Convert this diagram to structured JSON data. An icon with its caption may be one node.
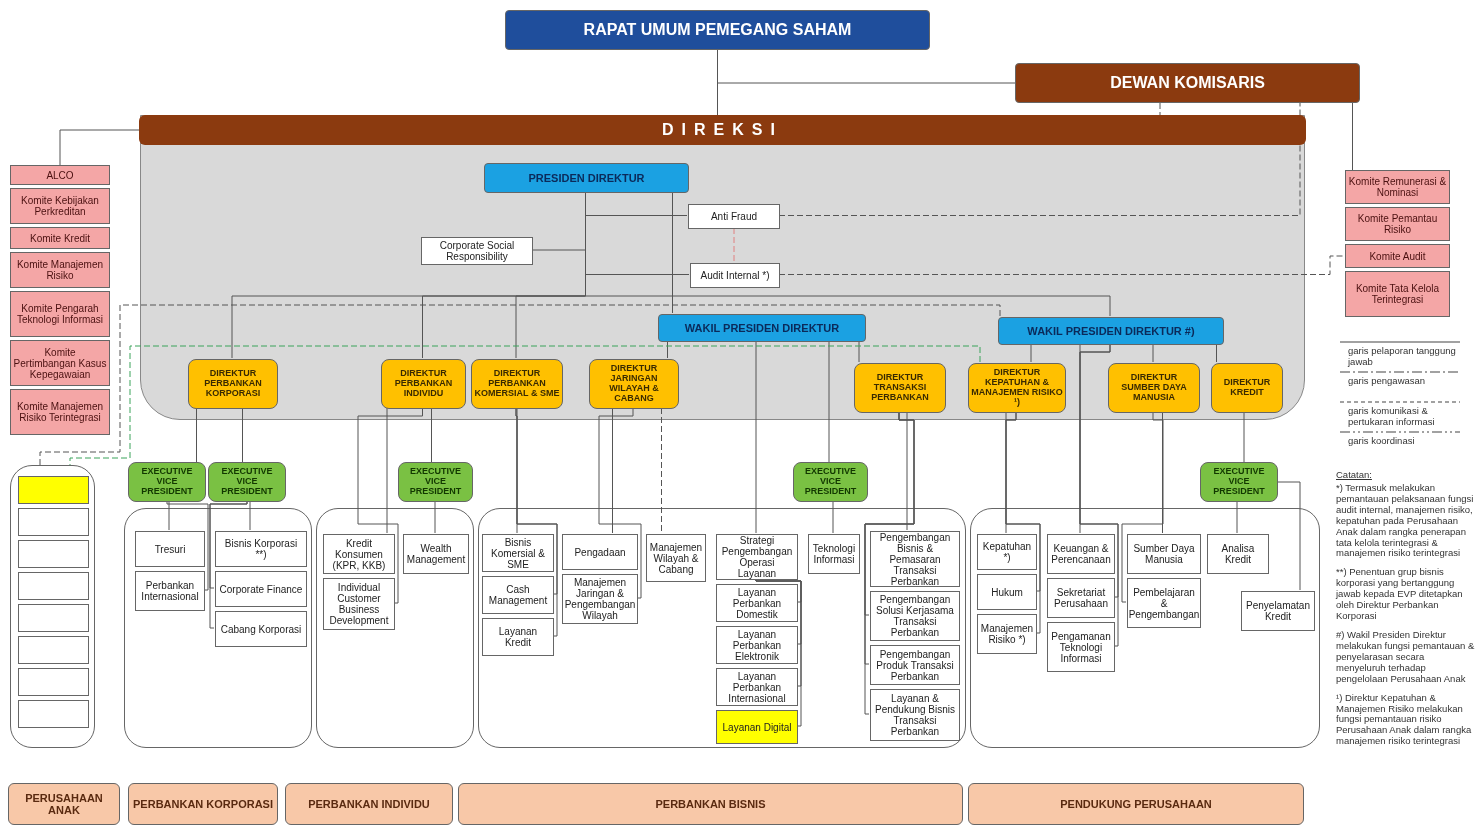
{
  "diagram": {
    "nodes": [
      {
        "text": [
          "RAPAT UMUM PEMEGANG SAHAM"
        ]
      },
      {
        "text": [
          "DEWAN KOMISARIS"
        ]
      },
      {
        "text": [
          "DIREKSI"
        ]
      },
      {
        "text": [
          "PRESIDEN DIREKTUR"
        ],
        "in": 2
      },
      {
        "text": [
          "Anti Fraud"
        ],
        "in": 2
      },
      {
        "text": [
          "Corporate Social Responsibility"
        ],
        "in": 2
      },
      {
        "text": [
          "Audit Internal *)"
        ],
        "in": 2
      },
      {
        "text": [
          "WAKIL PRESIDEN DIREKTUR"
        ],
        "in": 2
      },
      {
        "text": [
          "WAKIL PRESIDEN DIREKTUR #)"
        ],
        "in": 2
      },
      {
        "text": [
          "DIREKTUR PERBANKAN KORPORASI"
        ],
        "in": 2
      },
      {
        "text": [
          "DIREKTUR PERBANKAN INDIVIDU"
        ],
        "in": 2
      },
      {
        "text": [
          "DIREKTUR PERBANKAN KOMERSIAL & SME"
        ],
        "in": 2
      },
      {
        "text": [
          "DIREKTUR JARINGAN WILAYAH & CABANG"
        ],
        "in": 2
      },
      {
        "text": [
          "DIREKTUR TRANSAKSI PERBANKAN"
        ],
        "in": 2
      },
      {
        "text": [
          "DIREKTUR KEPATUHAN & MANAJEMEN RISIKO ¹)"
        ],
        "in": 2
      },
      {
        "text": [
          "DIREKTUR SUMBER DAYA MANUSIA"
        ],
        "in": 2
      },
      {
        "text": [
          "DIREKTUR KREDIT"
        ],
        "in": 2
      },
      {
        "text": [
          "ALCO"
        ]
      },
      {
        "text": [
          "Komite Kebijakan Perkreditan"
        ]
      },
      {
        "text": [
          "Komite Kredit"
        ]
      },
      {
        "text": [
          "Komite Manajemen Risiko"
        ]
      },
      {
        "text": [
          "Komite Pengarah Teknologi Informasi"
        ]
      },
      {
        "text": [
          "Komite Pertimbangan Kasus Kepegawaian"
        ]
      },
      {
        "text": [
          "Komite Manajemen Risiko Terintegrasi"
        ]
      },
      {
        "text": [
          "Komite Remunerasi & Nominasi"
        ]
      },
      {
        "text": [
          "Komite Pemantau Risiko"
        ]
      },
      {
        "text": [
          "Komite Audit"
        ]
      },
      {
        "text": [
          "Komite Tata Kelola Terintegrasi"
        ]
      },
      {
        "text": [],
        "shape": "box"
      },
      {
        "text": [],
        "shape": "box",
        "in": 28
      },
      {
        "text": [],
        "shape": "box",
        "in": 28
      },
      {
        "text": [],
        "shape": "box",
        "in": 28
      },
      {
        "text": [],
        "shape": "box",
        "in": 28
      },
      {
        "text": [],
        "shape": "box",
        "in": 28
      },
      {
        "text": [],
        "shape": "box",
        "in": 28
      },
      {
        "text": [],
        "shape": "box",
        "in": 28
      },
      {
        "text": [],
        "shape": "box",
        "in": 28
      },
      {
        "text": [],
        "shape": "box"
      },
      {
        "text": [
          "EXECUTIVE VICE PRESIDENT"
        ]
      },
      {
        "text": [
          "EXECUTIVE VICE PRESIDENT"
        ]
      },
      {
        "text": [
          "Tresuri"
        ],
        "in": 37
      },
      {
        "text": [
          "Perbankan Internasional"
        ],
        "in": 37
      },
      {
        "text": [
          "Bisnis Korporasi **)"
        ],
        "in": 37
      },
      {
        "text": [
          "Corporate Finance"
        ],
        "in": 37
      },
      {
        "text": [
          "Cabang Korporasi"
        ],
        "in": 37
      },
      {
        "text": [],
        "shape": "box"
      },
      {
        "text": [
          "EXECUTIVE VICE PRESIDENT"
        ]
      },
      {
        "text": [
          "Kredit Konsumen (KPR, KKB)"
        ],
        "in": 45
      },
      {
        "text": [
          "Wealth Management"
        ],
        "in": 45
      },
      {
        "text": [
          "Individual Customer Business Development"
        ],
        "in": 45
      },
      {
        "text": [],
        "shape": "box"
      },
      {
        "text": [
          "Bisnis Komersial & SME"
        ],
        "in": 50
      },
      {
        "text": [
          "Cash Management"
        ],
        "in": 50
      },
      {
        "text": [
          "Layanan Kredit"
        ],
        "in": 50
      },
      {
        "text": [
          "Pengadaan"
        ],
        "in": 50
      },
      {
        "text": [
          "Manajemen Jaringan & Pengembangan Wilayah"
        ],
        "in": 50
      },
      {
        "text": [
          "Manajemen Wilayah & Cabang"
        ],
        "in": 50
      },
      {
        "text": [
          "EXECUTIVE VICE PRESIDENT"
        ]
      },
      {
        "text": [
          "Strategi Pengembangan Operasi Layanan"
        ],
        "in": 50
      },
      {
        "text": [
          "Layanan Perbankan Domestik"
        ],
        "in": 50
      },
      {
        "text": [
          "Layanan Perbankan Elektronik"
        ],
        "in": 50
      },
      {
        "text": [
          "Layanan Perbankan Internasional"
        ],
        "in": 50
      },
      {
        "text": [
          "Layanan Digital"
        ],
        "in": 50
      },
      {
        "text": [
          "Teknologi Informasi"
        ],
        "in": 50
      },
      {
        "text": [
          "Pengembangan Bisnis & Pemasaran Transaksi Perbankan"
        ],
        "in": 50
      },
      {
        "text": [
          "Pengembangan Solusi Kerjasama Transaksi Perbankan"
        ],
        "in": 50
      },
      {
        "text": [
          "Pengembangan Produk Transaksi Perbankan"
        ],
        "in": 50
      },
      {
        "text": [
          "Layanan & Pendukung Bisnis Transaksi Perbankan"
        ],
        "in": 50
      },
      {
        "text": [],
        "shape": "box"
      },
      {
        "text": [
          "Kepatuhan *)"
        ],
        "in": 68
      },
      {
        "text": [
          "Hukum"
        ],
        "in": 68
      },
      {
        "text": [
          "Manajemen Risiko *)"
        ],
        "in": 68
      },
      {
        "text": [
          "Keuangan & Perencanaan"
        ],
        "in": 68
      },
      {
        "text": [
          "Sekretariat Perusahaan"
        ],
        "in": 68
      },
      {
        "text": [
          "Pengamanan Teknologi Informasi"
        ],
        "in": 68
      },
      {
        "text": [
          "Sumber Daya Manusia"
        ],
        "in": 68
      },
      {
        "text": [
          "Pembelajaran & Pengembangan"
        ],
        "in": 68
      },
      {
        "text": [
          "Analisa Kredit"
        ],
        "in": 68
      },
      {
        "text": [
          "Penyelamatan Kredit"
        ],
        "in": 68
      },
      {
        "text": [
          "EXECUTIVE VICE PRESIDENT"
        ]
      },
      {
        "text": [
          "PERUSAHAAN ANAK"
        ]
      },
      {
        "text": [
          "PERBANKAN KORPORASI"
        ]
      },
      {
        "text": [
          "PERBANKAN INDIVIDU"
        ]
      },
      {
        "text": [
          "PERBANKAN BISNIS"
        ]
      },
      {
        "text": [
          "PENDUKUNG PERUSAHAAN"
        ]
      }
    ],
    "edges": [
      {
        "from": 0,
        "to": 2,
        "arrow": "none"
      },
      {
        "from": 0,
        "to": 1,
        "arrow": "none"
      },
      {
        "from": 1,
        "to": 2,
        "arrow": "none",
        "style": "dashed"
      },
      {
        "from": 2,
        "to": 17,
        "arrow": "none"
      },
      {
        "from": 1,
        "to": 24,
        "arrow": "none"
      },
      {
        "from": 3,
        "to": 5,
        "arrow": "none"
      },
      {
        "from": 3,
        "to": 4,
        "arrow": "none"
      },
      {
        "from": 3,
        "to": 6,
        "arrow": "none"
      },
      {
        "from": 4,
        "to": 6,
        "arrow": "none",
        "style": "dashed",
        "color": "#e08080"
      },
      {
        "from": 4,
        "to": 1,
        "arrow": "none",
        "style": "dashed"
      },
      {
        "from": 6,
        "to": 26,
        "arrow": "none",
        "style": "dashed"
      },
      {
        "from": 3,
        "to": 9,
        "arrow": "none"
      },
      {
        "from": 3,
        "to": 10,
        "arrow": "none"
      },
      {
        "from": 3,
        "to": 11,
        "arrow": "none"
      },
      {
        "from": 3,
        "to": 7,
        "arrow": "none"
      },
      {
        "from": 3,
        "to": 8,
        "arrow": "none"
      },
      {
        "from": 7,
        "to": 12,
        "arrow": "none"
      },
      {
        "from": 7,
        "to": 13,
        "arrow": "none"
      },
      {
        "from": 7,
        "to": 57,
        "arrow": "none"
      },
      {
        "from": 7,
        "to": 58,
        "arrow": "none"
      },
      {
        "from": 8,
        "to": 14,
        "arrow": "none"
      },
      {
        "from": 8,
        "to": 15,
        "arrow": "none"
      },
      {
        "from": 8,
        "to": 16,
        "arrow": "none"
      },
      {
        "from": 8,
        "to": 72,
        "arrow": "none"
      },
      {
        "from": 8,
        "to": 28,
        "arrow": "none",
        "style": "dashed"
      },
      {
        "from": 14,
        "to": 28,
        "arrow": "none",
        "style": "dashed",
        "color": "#3aa35a"
      },
      {
        "from": 9,
        "to": 38,
        "arrow": "none"
      },
      {
        "from": 9,
        "to": 39,
        "arrow": "none"
      },
      {
        "from": 38,
        "to": 40,
        "arrow": "none"
      },
      {
        "from": 38,
        "to": 41,
        "arrow": "none"
      },
      {
        "from": 39,
        "to": 42,
        "arrow": "none"
      },
      {
        "from": 39,
        "to": 43,
        "arrow": "none"
      },
      {
        "from": 39,
        "to": 44,
        "arrow": "none"
      },
      {
        "from": 10,
        "to": 46,
        "arrow": "none"
      },
      {
        "from": 10,
        "to": 47,
        "arrow": "none"
      },
      {
        "from": 10,
        "to": 49,
        "arrow": "none"
      },
      {
        "from": 46,
        "to": 48,
        "arrow": "none"
      },
      {
        "from": 11,
        "to": 51,
        "arrow": "none"
      },
      {
        "from": 11,
        "to": 52,
        "arrow": "none"
      },
      {
        "from": 11,
        "to": 53,
        "arrow": "none"
      },
      {
        "from": 12,
        "to": 54,
        "arrow": "none"
      },
      {
        "from": 12,
        "to": 55,
        "arrow": "none"
      },
      {
        "from": 12,
        "to": 56,
        "arrow": "none",
        "style": "dashed"
      },
      {
        "from": 57,
        "to": 63,
        "arrow": "none"
      },
      {
        "from": 58,
        "to": 59,
        "arrow": "none"
      },
      {
        "from": 58,
        "to": 60,
        "arrow": "none"
      },
      {
        "from": 58,
        "to": 61,
        "arrow": "none"
      },
      {
        "from": 58,
        "to": 62,
        "arrow": "none"
      },
      {
        "from": 13,
        "to": 64,
        "arrow": "none"
      },
      {
        "from": 13,
        "to": 65,
        "arrow": "none"
      },
      {
        "from": 13,
        "to": 66,
        "arrow": "none"
      },
      {
        "from": 13,
        "to": 67,
        "arrow": "none"
      },
      {
        "from": 14,
        "to": 69,
        "arrow": "none"
      },
      {
        "from": 14,
        "to": 70,
        "arrow": "none"
      },
      {
        "from": 14,
        "to": 71,
        "arrow": "none"
      },
      {
        "from": 8,
        "to": 73,
        "arrow": "none"
      },
      {
        "from": 8,
        "to": 74,
        "arrow": "none"
      },
      {
        "from": 15,
        "to": 75,
        "arrow": "none"
      },
      {
        "from": 15,
        "to": 76,
        "arrow": "none"
      },
      {
        "from": 16,
        "to": 79,
        "arrow": "none"
      },
      {
        "from": 79,
        "to": 77,
        "arrow": "none"
      },
      {
        "from": 79,
        "to": 78,
        "arrow": "none"
      }
    ],
    "labels": [
      "Catatan:",
      "*) Termasuk melakukan pemantauan pelaksanaan fungsi audit internal, manajemen risiko, kepatuhan pada Perusahaan Anak dalam rangka penerapan tata kelola terintegrasi & manajemen risiko terintegrasi",
      "**) Penentuan grup bisnis korporasi yang bertanggung jawab kepada EVP ditetapkan oleh Direktur Perbankan Korporasi",
      "#) Wakil Presiden Direktur melakukan fungsi pemantauan & penyelarasan secara menyeluruh terhadap pengelolaan Perusahaan Anak",
      "¹) Direktur Kepatuhan & Manajemen Risiko melakukan fungsi pemantauan risiko Perusahaan Anak dalam rangka manajemen risiko terintegrasi"
    ],
    "legend": [
      {
        "text": "garis pelaporan tanggung jawab"
      },
      {
        "text": "garis pengawasan"
      },
      {
        "text": "garis komunikasi & pertukaran informasi"
      },
      {
        "text": "garis koordinasi"
      }
    ]
  }
}
